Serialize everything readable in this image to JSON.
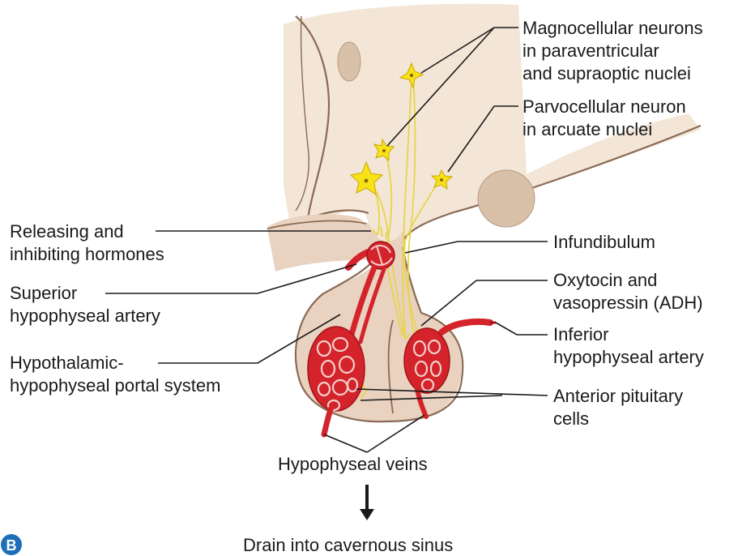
{
  "panel_label": "B",
  "labels": {
    "magnocellular": [
      "Magnocellular neurons",
      "in paraventricular",
      "and supraoptic nuclei"
    ],
    "parvocellular": [
      "Parvocellular neuron",
      "in arcuate nuclei"
    ],
    "releasing": [
      "Releasing and",
      "inhibiting hormones"
    ],
    "superior_artery": [
      "Superior",
      "hypophyseal artery"
    ],
    "portal_system": [
      "Hypothalamic-",
      "hypophyseal portal system"
    ],
    "infundibulum": [
      "Infundibulum"
    ],
    "oxytocin": [
      "Oxytocin and",
      "vasopressin (ADH)"
    ],
    "inferior_artery": [
      "Inferior",
      "hypophyseal artery"
    ],
    "anterior_cells": [
      "Anterior pituitary",
      "cells"
    ],
    "veins": [
      "Hypophyseal veins"
    ],
    "drain": [
      "Drain into cavernous sinus"
    ]
  },
  "colors": {
    "brain_tissue": "#f3e6d6",
    "pituitary_tissue": "#e9d2c0",
    "outline": "#8a6a55",
    "nucleus_blob": "#d9c0a8",
    "neuron": "#f7e21a",
    "axon": "#e8d44d",
    "vessel": "#d4232b",
    "vessel_dark": "#a01418",
    "badge": "#1f6fb8",
    "text": "#1a1a1a"
  }
}
